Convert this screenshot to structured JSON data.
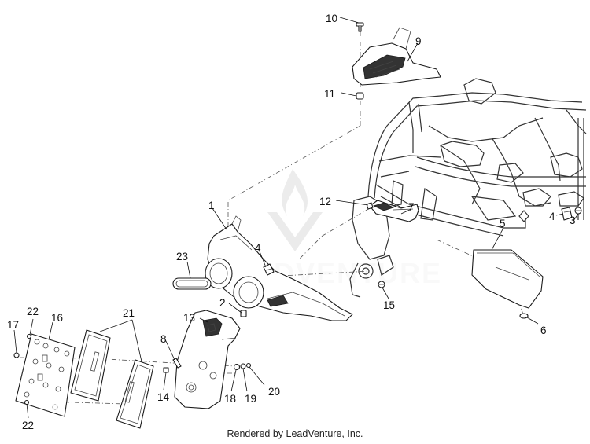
{
  "watermark": {
    "text": "LEADVENTURE"
  },
  "footer": {
    "text": "Rendered by LeadVenture, Inc."
  },
  "callouts": {
    "c1": "1",
    "c2": "2",
    "c3": "3",
    "c4a": "4",
    "c4b": "4",
    "c5": "5",
    "c6": "6",
    "c7": "7",
    "c8": "8",
    "c9": "9",
    "c10": "10",
    "c11": "11",
    "c12": "12",
    "c13": "13",
    "c14": "14",
    "c15": "15",
    "c16": "16",
    "c17": "17",
    "c18": "18",
    "c19": "19",
    "c20": "20",
    "c21": "21",
    "c22a": "22",
    "c22b": "22",
    "c23": "23"
  }
}
